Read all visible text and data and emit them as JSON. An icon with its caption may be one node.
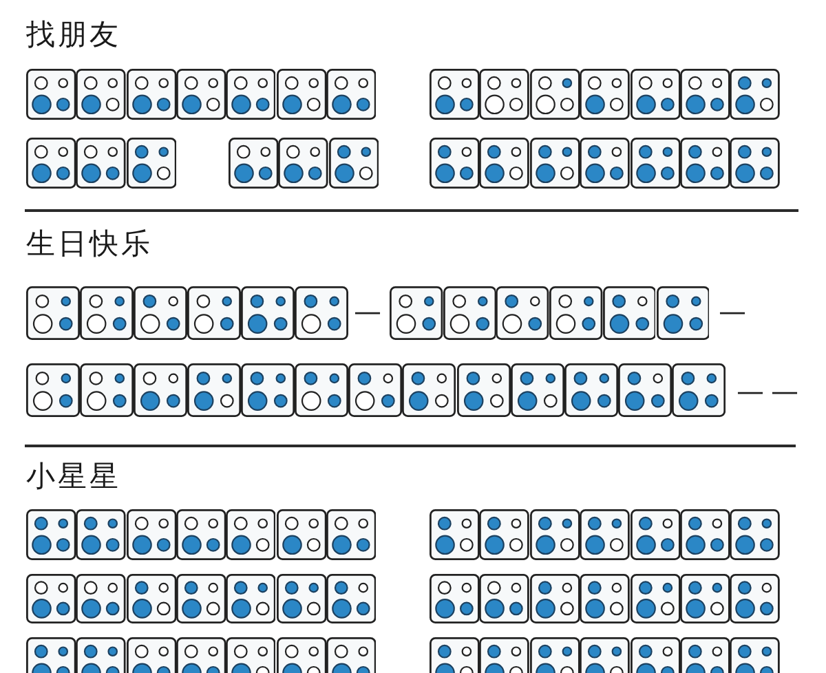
{
  "diagram": {
    "labels": [
      "找朋友",
      "生日快乐",
      "—",
      "—",
      "—",
      "—",
      "小星星"
    ]
  }
}
